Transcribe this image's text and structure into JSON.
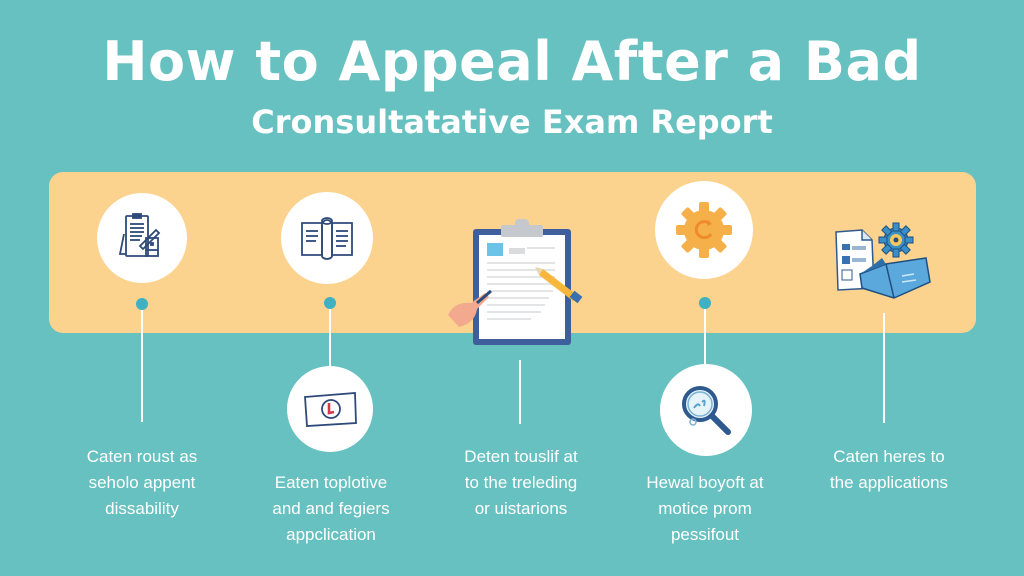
{
  "header": {
    "title": "How to Appeal After a Bad",
    "subtitle": "Cronsultatative Exam Report"
  },
  "colors": {
    "background": "#67c1c0",
    "band": "#fbd28e",
    "dot": "#3fb1c2",
    "icon_stroke": "#2e4a7a",
    "accent_orange": "#f6a83b",
    "accent_blue": "#3a8fc7"
  },
  "steps": [
    {
      "icon": "clipboard-pen-icon",
      "caption": [
        "Caten roust as",
        "seholo appent",
        "dissability"
      ]
    },
    {
      "icon": "open-book-icon",
      "sub_icon": "id-card-icon",
      "caption": [
        "Eaten toplotive",
        "and and fegiers",
        "appclication"
      ]
    },
    {
      "icon": "clipboard-document-icon",
      "caption": [
        "Deten touslif at",
        "to the treleding",
        "or uistarions"
      ]
    },
    {
      "icon": "gear-icon",
      "sub_icon": "magnifier-icon",
      "caption": [
        "Hewal boyoft at",
        "motice prom",
        "pessifout"
      ]
    },
    {
      "icon": "document-box-gear-icon",
      "caption": [
        "Caten heres to",
        "the applications"
      ]
    }
  ]
}
